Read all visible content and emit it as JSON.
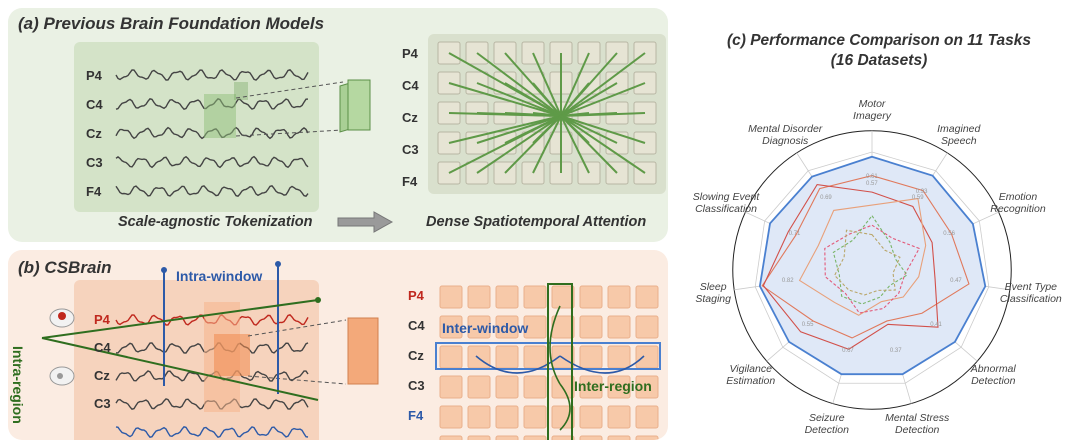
{
  "panel_a": {
    "title": "(a) Previous Brain Foundation Models",
    "channels": [
      "P4",
      "C4",
      "Cz",
      "C3",
      "F4"
    ],
    "caption_left": "Scale-agnostic Tokenization",
    "caption_right": "Dense Spatiotemporal Attention",
    "colors": {
      "wave": "#444444",
      "grid_line": "#5f9a48",
      "cell": "#e6e4d4"
    }
  },
  "panel_b": {
    "title": "(b) CSBrain",
    "channels_left": [
      "P4",
      "C4",
      "Cz",
      "C3"
    ],
    "channels_right": [
      "P4",
      "C4",
      "Cz",
      "C3",
      "F4"
    ],
    "intra_window": "Intra-window",
    "inter_window": "Inter-window",
    "inter_region": "Inter-region",
    "intra_region": "Intra-region",
    "colors": {
      "red": "#c0281e",
      "blue": "#2d5aa8",
      "green": "#2f6e1f",
      "cell": "#f7c9a9"
    }
  },
  "panel_c": {
    "title_line1": "(c) Performance Comparison on 11 Tasks",
    "title_line2": "(16 Datasets)",
    "axes": [
      {
        "line1": "Motor",
        "line2": "Imagery"
      },
      {
        "line1": "Imagined",
        "line2": "Speech"
      },
      {
        "line1": "Emotion",
        "line2": "Recognition"
      },
      {
        "line1": "Event Type",
        "line2": "Classification"
      },
      {
        "line1": "Abnormal",
        "line2": "Detection"
      },
      {
        "line1": "Mental Stress",
        "line2": "Detection"
      },
      {
        "line1": "Seizure",
        "line2": "Detection"
      },
      {
        "line1": "Vigilance",
        "line2": "Estimation"
      },
      {
        "line1": "Sleep",
        "line2": "Staging"
      },
      {
        "line1": "Slowing Event",
        "line2": "Classification"
      },
      {
        "line1": "Mental Disorder",
        "line2": "Diagnosis"
      }
    ],
    "ticks": [
      "0.57",
      "0.59",
      "0.56",
      "0.47",
      "0.41",
      "0.37",
      "0.67",
      "0.55",
      "0.82",
      "0.71",
      "0.69",
      "0.61",
      "0.93"
    ],
    "series": [
      {
        "color": "#4a80d0",
        "fill": "#dfe8f7",
        "values": [
          0.96,
          0.95,
          0.94,
          0.97,
          0.93,
          0.92,
          0.92,
          0.93,
          0.96,
          0.95,
          0.94
        ]
      },
      {
        "color": "#e0795c",
        "values": [
          0.8,
          0.8,
          0.74,
          0.83,
          0.56,
          0.45,
          0.6,
          0.66,
          0.94,
          0.71,
          0.82
        ]
      },
      {
        "color": "#d2504a",
        "values": [
          0.66,
          0.64,
          0.56,
          0.54,
          0.74,
          0.48,
          0.7,
          0.8,
          0.93,
          0.78,
          0.86
        ]
      },
      {
        "color": "#e8a07a",
        "values": [
          0.55,
          0.72,
          0.5,
          0.4,
          0.35,
          0.28,
          0.4,
          0.42,
          0.62,
          0.5,
          0.6
        ]
      },
      {
        "color": "#e35a7a",
        "values": [
          0.38,
          0.32,
          0.44,
          0.28,
          0.3,
          0.34,
          0.38,
          0.3,
          0.4,
          0.44,
          0.36
        ]
      },
      {
        "color": "#79b56a",
        "values": [
          0.46,
          0.28,
          0.22,
          0.3,
          0.2,
          0.24,
          0.3,
          0.34,
          0.28,
          0.36,
          0.3
        ]
      },
      {
        "color": "#b9a66a",
        "values": [
          0.3,
          0.2,
          0.26,
          0.18,
          0.26,
          0.18,
          0.22,
          0.26,
          0.32,
          0.26,
          0.4
        ]
      }
    ]
  }
}
